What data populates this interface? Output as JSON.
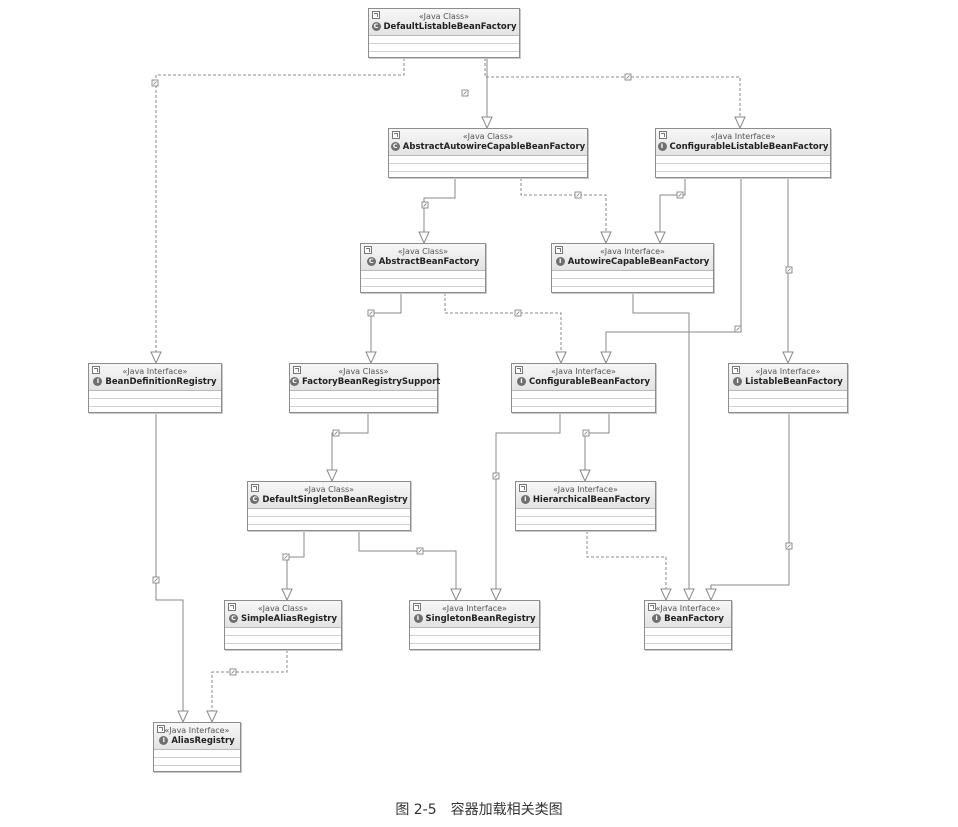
{
  "caption": "图 2-5　容器加载相关类图",
  "colors": {
    "edge": "#8a8a8a",
    "kind_icon": "#6f6f6f"
  },
  "nodes": [
    {
      "id": "dlbf",
      "stereotype": "«Java Class»",
      "name": "DefaultListableBeanFactory",
      "kind": "class"
    },
    {
      "id": "aacbf",
      "stereotype": "«Java Class»",
      "name": "AbstractAutowireCapableBeanFactory",
      "kind": "class"
    },
    {
      "id": "clbf",
      "stereotype": "«Java Interface»",
      "name": "ConfigurableListableBeanFactory",
      "kind": "interface"
    },
    {
      "id": "abf",
      "stereotype": "«Java Class»",
      "name": "AbstractBeanFactory",
      "kind": "class"
    },
    {
      "id": "acbf",
      "stereotype": "«Java Interface»",
      "name": "AutowireCapableBeanFactory",
      "kind": "interface"
    },
    {
      "id": "bdr",
      "stereotype": "«Java Interface»",
      "name": "BeanDefinitionRegistry",
      "kind": "interface"
    },
    {
      "id": "fbrs",
      "stereotype": "«Java Class»",
      "name": "FactoryBeanRegistrySupport",
      "kind": "class"
    },
    {
      "id": "cbf",
      "stereotype": "«Java Interface»",
      "name": "ConfigurableBeanFactory",
      "kind": "interface"
    },
    {
      "id": "lbf",
      "stereotype": "«Java Interface»",
      "name": "ListableBeanFactory",
      "kind": "interface"
    },
    {
      "id": "dsbr",
      "stereotype": "«Java Class»",
      "name": "DefaultSingletonBeanRegistry",
      "kind": "class"
    },
    {
      "id": "hbf",
      "stereotype": "«Java Interface»",
      "name": "HierarchicalBeanFactory",
      "kind": "interface"
    },
    {
      "id": "sar",
      "stereotype": "«Java Class»",
      "name": "SimpleAliasRegistry",
      "kind": "class"
    },
    {
      "id": "sbr",
      "stereotype": "«Java Interface»",
      "name": "SingletonBeanRegistry",
      "kind": "interface"
    },
    {
      "id": "bf",
      "stereotype": "«Java Interface»",
      "name": "BeanFactory",
      "kind": "interface"
    },
    {
      "id": "ar",
      "stereotype": "«Java Interface»",
      "name": "AliasRegistry",
      "kind": "interface"
    }
  ],
  "edges": [
    {
      "from": "dlbf",
      "to": "aacbf",
      "type": "extends"
    },
    {
      "from": "dlbf",
      "to": "bdr",
      "type": "implements"
    },
    {
      "from": "dlbf",
      "to": "clbf",
      "type": "implements"
    },
    {
      "from": "aacbf",
      "to": "abf",
      "type": "extends"
    },
    {
      "from": "aacbf",
      "to": "acbf",
      "type": "implements"
    },
    {
      "from": "clbf",
      "to": "acbf",
      "type": "extends"
    },
    {
      "from": "clbf",
      "to": "cbf",
      "type": "extends"
    },
    {
      "from": "clbf",
      "to": "lbf",
      "type": "extends"
    },
    {
      "from": "abf",
      "to": "fbrs",
      "type": "extends"
    },
    {
      "from": "abf",
      "to": "cbf",
      "type": "implements"
    },
    {
      "from": "acbf",
      "to": "bf",
      "type": "extends"
    },
    {
      "from": "bdr",
      "to": "ar",
      "type": "extends"
    },
    {
      "from": "fbrs",
      "to": "dsbr",
      "type": "extends"
    },
    {
      "from": "cbf",
      "to": "hbf",
      "type": "extends"
    },
    {
      "from": "cbf",
      "to": "sbr",
      "type": "extends"
    },
    {
      "from": "lbf",
      "to": "bf",
      "type": "extends"
    },
    {
      "from": "dsbr",
      "to": "sar",
      "type": "extends"
    },
    {
      "from": "dsbr",
      "to": "sbr",
      "type": "implements"
    },
    {
      "from": "hbf",
      "to": "bf",
      "type": "extends"
    },
    {
      "from": "sar",
      "to": "ar",
      "type": "implements"
    }
  ]
}
